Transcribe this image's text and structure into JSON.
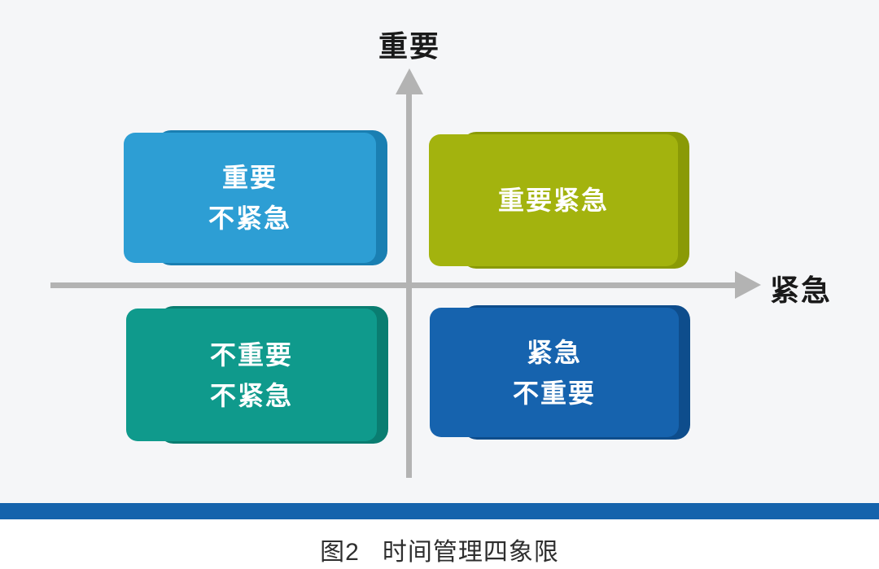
{
  "axes": {
    "y_label": "重要",
    "x_label": "紧急"
  },
  "quadrants": {
    "top_left": {
      "name": "important-not-urgent",
      "line1": "重要",
      "line2": "不紧急",
      "fill_color": "#2d9ed4",
      "edge_color": "#1a7fb2"
    },
    "top_right": {
      "name": "important-urgent",
      "line1": "重要紧急",
      "fill_color": "#a3b30e",
      "edge_color": "#8a9a06"
    },
    "bottom_left": {
      "name": "not-important-not-urgent",
      "line1": "不重要",
      "line2": "不紧急",
      "fill_color": "#0f9a8c",
      "edge_color": "#0a7d71"
    },
    "bottom_right": {
      "name": "urgent-not-important",
      "line1": "紧急",
      "line2": "不重要",
      "fill_color": "#1663ae",
      "edge_color": "#0e4d8c"
    }
  },
  "caption": {
    "figure_number": "图2",
    "title": "时间管理四象限"
  },
  "colors": {
    "background": "#f5f6f8",
    "footer_background": "#ffffff",
    "axis": "#b3b3b3",
    "axis_label_text": "#1a1a1a",
    "quadrant_text": "#ffffff",
    "divider": "#1563ac",
    "caption_text": "#2e2e2e"
  }
}
